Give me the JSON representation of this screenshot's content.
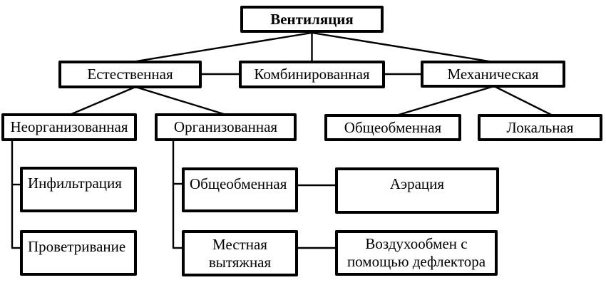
{
  "diagram": {
    "title": "Вентиляция",
    "colors": {
      "line": "#000000",
      "box_border": "#000000",
      "background": "#ffffff",
      "text": "#000000"
    },
    "nodes": {
      "ventilation": {
        "label": "Вентиляция"
      },
      "natural": {
        "label": "Естественная"
      },
      "combined": {
        "label": "Комбинированная"
      },
      "mechanical": {
        "label": "Механическая"
      },
      "unorganized": {
        "label": "Неорганизованная"
      },
      "organized": {
        "label": "Организованная"
      },
      "general_exchange_mechanical": {
        "label": "Общеобменная"
      },
      "local": {
        "label": "Локальная"
      },
      "infiltration": {
        "label": "Инфильтрация"
      },
      "airing": {
        "label": "Проветривание"
      },
      "general_exchange_organized": {
        "label": "Общеобменная"
      },
      "aeration": {
        "label": "Аэрация"
      },
      "local_exhaust": {
        "label": "Местная вытяжная"
      },
      "deflector_air_exchange": {
        "label": "Воздухообмен с помощью дефлектора"
      }
    },
    "edges": [
      [
        "ventilation",
        "natural"
      ],
      [
        "ventilation",
        "combined"
      ],
      [
        "ventilation",
        "mechanical"
      ],
      [
        "natural",
        "combined"
      ],
      [
        "combined",
        "mechanical"
      ],
      [
        "natural",
        "unorganized"
      ],
      [
        "natural",
        "organized"
      ],
      [
        "mechanical",
        "general_exchange_mechanical"
      ],
      [
        "mechanical",
        "local"
      ],
      [
        "unorganized",
        "infiltration"
      ],
      [
        "unorganized",
        "airing"
      ],
      [
        "organized",
        "general_exchange_organized"
      ],
      [
        "organized",
        "local_exhaust"
      ],
      [
        "general_exchange_organized",
        "aeration"
      ],
      [
        "local_exhaust",
        "deflector_air_exchange"
      ]
    ]
  }
}
